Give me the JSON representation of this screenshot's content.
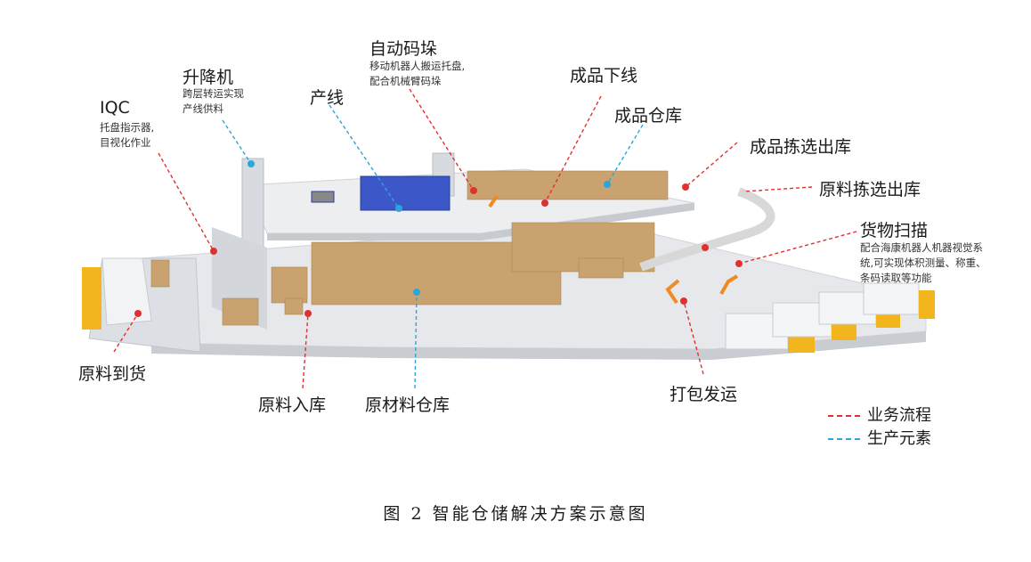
{
  "caption": "图 2  智能仓储解决方案示意图",
  "labels": {
    "iqc": {
      "title": "IQC",
      "sub": "托盘指示器,\n目视化作业"
    },
    "lift": {
      "title": "升降机",
      "sub": "跨层转运实现\n产线供料"
    },
    "line": {
      "title": "产线"
    },
    "stack": {
      "title": "自动码垛",
      "sub": "移动机器人搬运托盘,\n配合机械臂码垛"
    },
    "fg_down": {
      "title": "成品下线"
    },
    "fg_wh": {
      "title": "成品仓库"
    },
    "fg_pick": {
      "title": "成品拣选出库"
    },
    "rm_pick": {
      "title": "原料拣选出库"
    },
    "scan": {
      "title": "货物扫描",
      "sub": "配合海康机器人机器视觉系\n统,可实现体积测量、称重、\n条码读取等功能"
    },
    "rm_arrive": {
      "title": "原料到货"
    },
    "rm_in": {
      "title": "原料入库"
    },
    "rm_wh": {
      "title": "原材料仓库"
    },
    "ship": {
      "title": "打包发运"
    }
  },
  "legend": [
    {
      "label": "业务流程",
      "color": "#e03131"
    },
    {
      "label": "生产元素",
      "color": "#2aa7d8"
    }
  ],
  "colors": {
    "business": "#e03131",
    "production": "#2aa7d8",
    "floor": "#e9ecef",
    "box": "#c9a270",
    "truck": "#f2b51d"
  }
}
